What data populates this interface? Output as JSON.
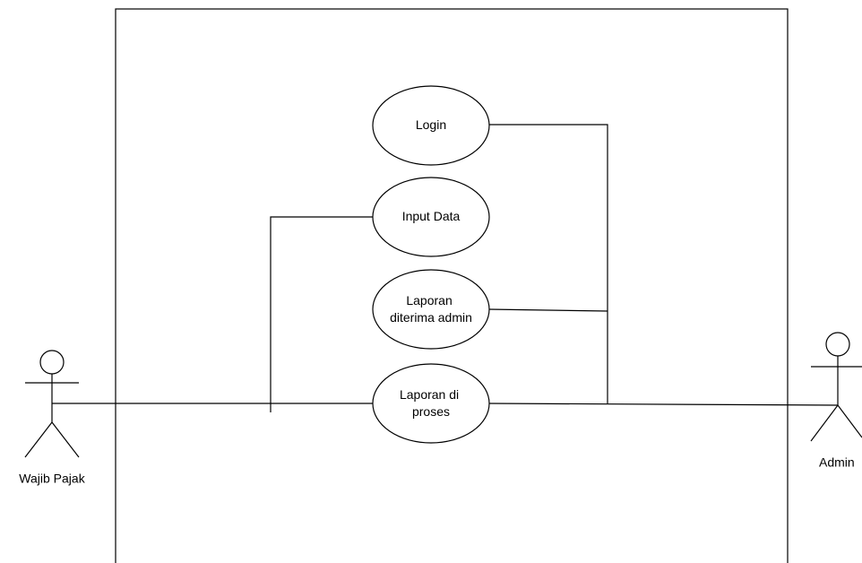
{
  "diagram": {
    "use_cases": {
      "login": {
        "label_lines": [
          "Login"
        ]
      },
      "input_data": {
        "label_lines": [
          "Input Data"
        ]
      },
      "laporan_diterima": {
        "label_lines": [
          "Laporan",
          "diterima admin"
        ]
      },
      "laporan_diproses": {
        "label_lines": [
          "Laporan di",
          "proses"
        ]
      }
    },
    "actors": {
      "wajib_pajak": {
        "label": "Wajib Pajak"
      },
      "admin": {
        "label": "Admin"
      }
    },
    "colors": {
      "stroke": "#000000",
      "fill": "#ffffff",
      "text": "#000000"
    }
  }
}
